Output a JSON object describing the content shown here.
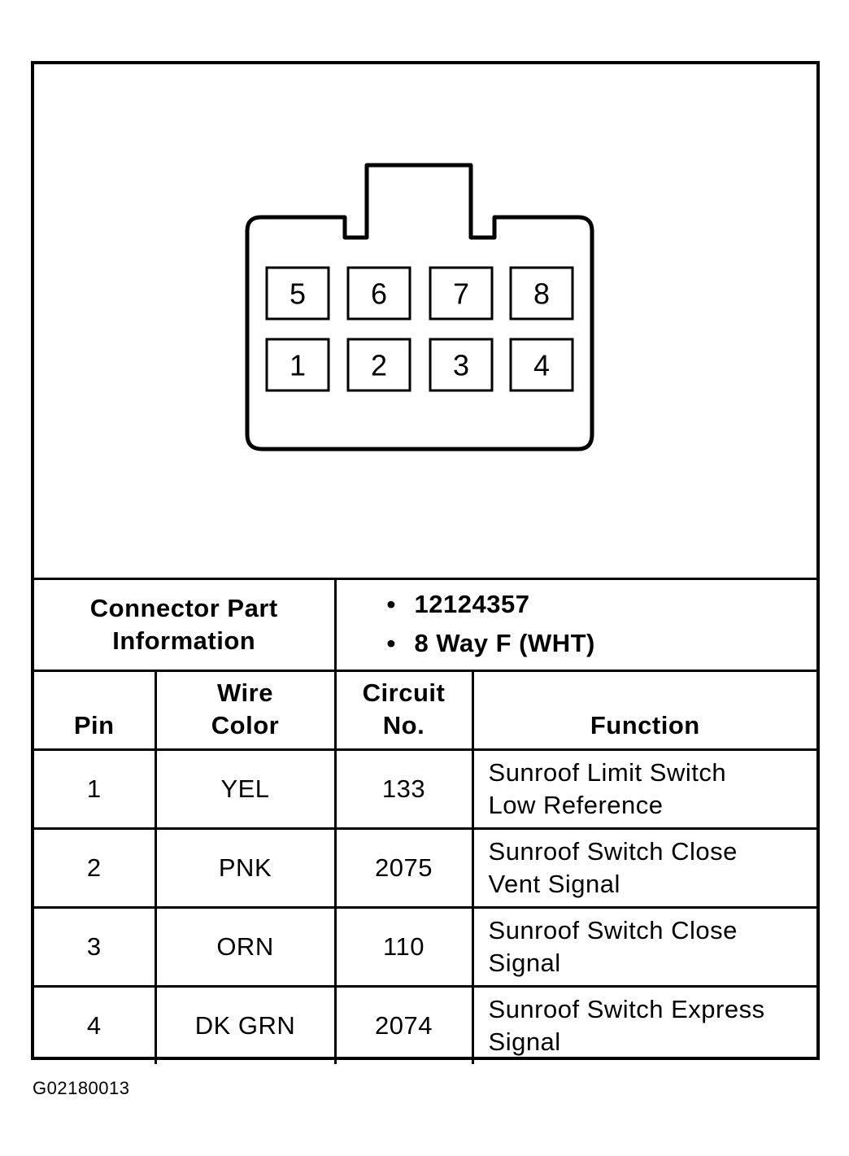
{
  "connector": {
    "top_row_pins": [
      "5",
      "6",
      "7",
      "8"
    ],
    "bottom_row_pins": [
      "1",
      "2",
      "3",
      "4"
    ]
  },
  "connector_info": {
    "label_line1": "Connector Part",
    "label_line2": "Information",
    "items": [
      "12124357",
      "8 Way F (WHT)"
    ],
    "bullet": "•"
  },
  "table": {
    "headers": {
      "pin": "Pin",
      "wire_color_line1": "Wire",
      "wire_color_line2": "Color",
      "circuit_line1": "Circuit",
      "circuit_line2": "No.",
      "function": "Function"
    },
    "rows": [
      {
        "pin": "1",
        "wire_color": "YEL",
        "circuit": "133",
        "function_line1": "Sunroof Limit Switch",
        "function_line2": "Low Reference"
      },
      {
        "pin": "2",
        "wire_color": "PNK",
        "circuit": "2075",
        "function_line1": "Sunroof Switch Close",
        "function_line2": "Vent Signal"
      },
      {
        "pin": "3",
        "wire_color": "ORN",
        "circuit": "110",
        "function_line1": "Sunroof Switch Close",
        "function_line2": "Signal"
      },
      {
        "pin": "4",
        "wire_color": "DK GRN",
        "circuit": "2074",
        "function_line1": "Sunroof Switch Express",
        "function_line2": "Signal"
      }
    ]
  },
  "figure_id": "G02180013"
}
